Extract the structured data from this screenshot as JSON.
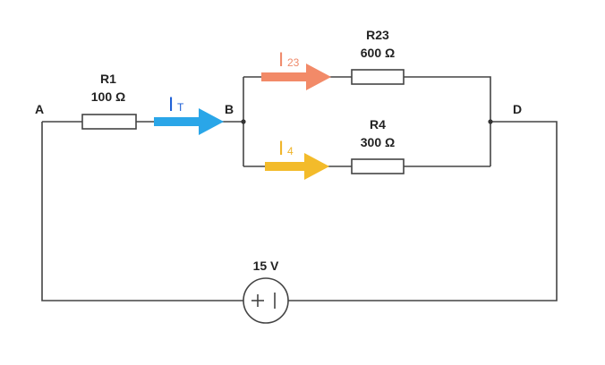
{
  "nodes": {
    "a": "A",
    "b": "B",
    "d": "D"
  },
  "components": {
    "r1": {
      "name": "R1",
      "value": "100 Ω"
    },
    "r23": {
      "name": "R23",
      "value": "600 Ω"
    },
    "r4": {
      "name": "R4",
      "value": "300 Ω"
    },
    "source": {
      "value": "15 V",
      "symbol": "+ |"
    }
  },
  "currents": {
    "total": {
      "bar": "I",
      "sub": "T",
      "color": "#1d5fd6",
      "arrow_color": "#2aa6e8"
    },
    "i23": {
      "bar": "I",
      "sub": "23",
      "color": "#ef8a6b",
      "arrow_color": "#f28a68"
    },
    "i4": {
      "bar": "I",
      "sub": "4",
      "color": "#f0b429",
      "arrow_color": "#f3bb2a"
    }
  },
  "icons": {
    "arrow": "right-arrow-icon",
    "battery": "battery-icon"
  }
}
